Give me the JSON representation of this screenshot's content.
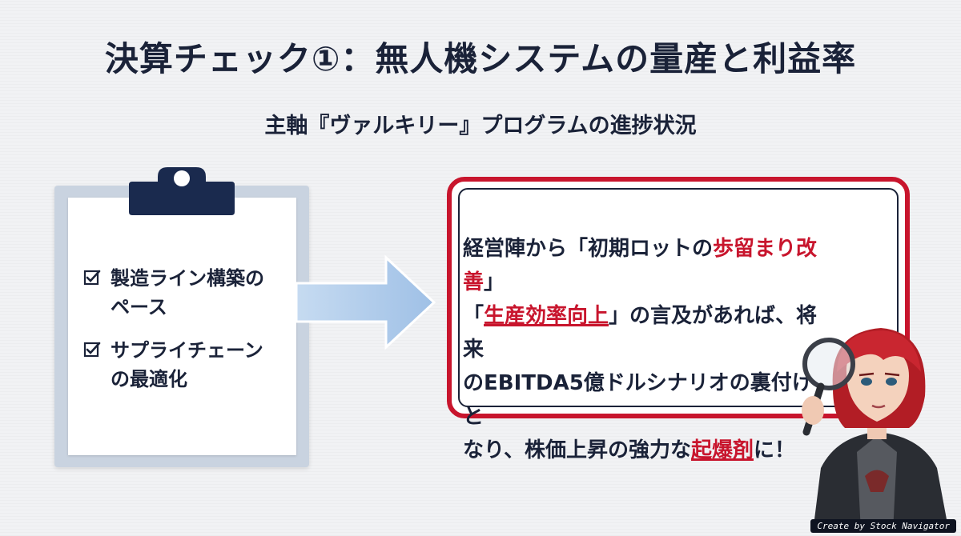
{
  "slide": {
    "title": "決算チェック①：無人機システムの量産と利益率",
    "subtitle": "主軸『ヴァルキリー』プログラムの進捗状況"
  },
  "checklist": {
    "items": [
      {
        "line1": "製造ライン構築の",
        "line2": "ペース"
      },
      {
        "line1": "サプライチェーン",
        "line2": "の最適化"
      }
    ],
    "icon": "checkbox-checked-icon"
  },
  "callout": {
    "l1a": "経営陣から「初期ロットの",
    "l1b": "歩留まり改善",
    "l1c": "」",
    "l2a": "「",
    "l2b": "生産効率向上",
    "l2c": "」の言及があれば、将来",
    "l3": "のEBITDA5億ドルシナリオの裏付けと",
    "l4a": "なり、株価上昇の強力な",
    "l4b": "起爆剤",
    "l4c": "に！",
    "border_color": "#c8152d",
    "highlight_color": "#c8152d"
  },
  "credit": {
    "text": "Create by Stock Navigator"
  },
  "colors": {
    "navy": "#1a2238",
    "accent_red": "#c8152d",
    "arrow_blue": "#a9c6e8"
  }
}
